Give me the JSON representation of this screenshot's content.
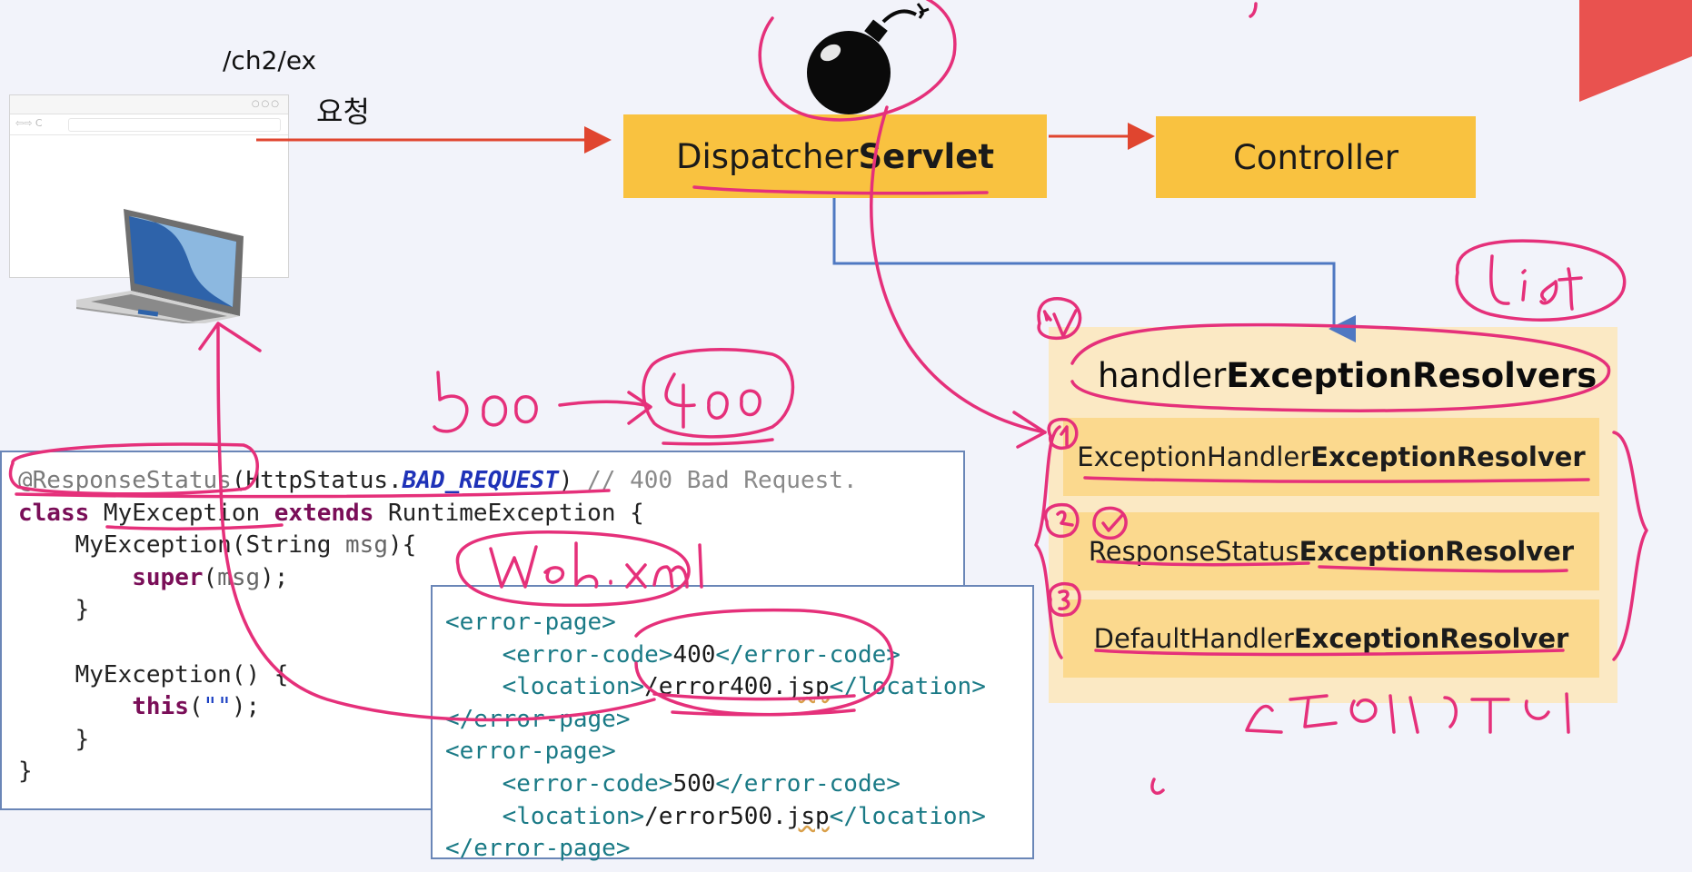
{
  "request": {
    "url": "/ch2/ex",
    "label": "요청"
  },
  "boxes": {
    "dispatcher": {
      "prefix": "Dispatcher",
      "bold": "Servlet"
    },
    "controller": "Controller"
  },
  "resolvers": {
    "title": {
      "prefix": "handler",
      "bold": "ExceptionResolvers"
    },
    "items": [
      {
        "prefix": "ExceptionHandler",
        "bold": "ExceptionResolver"
      },
      {
        "prefix": "ResponseStatus",
        "bold": "ExceptionResolver"
      },
      {
        "prefix": "DefaultHandler",
        "bold": "ExceptionResolver"
      }
    ]
  },
  "java_code": {
    "annotation": "@ResponseStatus",
    "paren_open": "(",
    "arg_class": "HttpStatus.",
    "arg_const": "BAD_REQUEST",
    "paren_close": ")",
    "comment": " // 400 Bad Request.",
    "kw_class": "class",
    "class_name": " MyException ",
    "kw_extends": "extends",
    "superclass": " RuntimeException {",
    "ctor1_open": "    MyException(String ",
    "param_msg": "msg",
    "ctor1_close": "){",
    "indent8": "        ",
    "kw_super": "super",
    "call_open": "(",
    "call_close": ");",
    "close4": "    }",
    "ctor2": "    MyException() {",
    "kw_this": "this",
    "string_empty": "\"\"",
    "close0": "}"
  },
  "xml_code": {
    "open_ep": "<error-page>",
    "open_code": "    <error-code>",
    "close_code": "</error-code>",
    "open_loc": "    <location>",
    "close_loc": "</location>",
    "close_ep": "</error-page>",
    "code1": "400",
    "loc1_path": "/error400.",
    "loc1_ext": "jsp",
    "code2": "500",
    "loc2_path": "/error500.",
    "loc2_ext": "jsp"
  },
  "colors": {
    "box": "#f9c240",
    "panel": "#fbe9c4",
    "item": "#fbd98e",
    "arrow": "#e0452f",
    "connector": "#4f78c2",
    "ink": "#e5307a",
    "code_border": "#6a86b7"
  }
}
